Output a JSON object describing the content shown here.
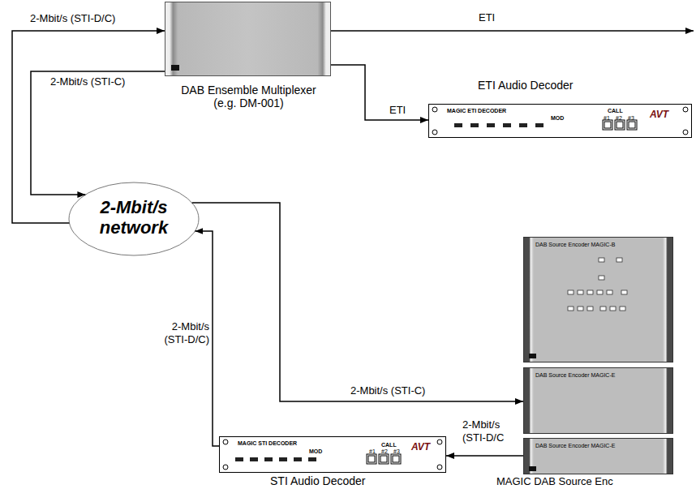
{
  "diagram": {
    "nodes": [
      {
        "text": [
          "DAB Ensemble Multiplexer (e.g. DM-001)"
        ]
      },
      {
        "text": [
          "ETI Audio Decoder",
          "MAGIC ETI DECODER",
          "MOD",
          "CALL",
          "#1",
          "#2",
          "#3",
          "AVT"
        ]
      },
      {
        "text": [
          "2-Mbit/s network"
        ]
      },
      {
        "text": [
          "STI Audio Decoder",
          "MAGIC STI DECODER",
          "MOD",
          "CALL",
          "#1",
          "#2",
          "#3",
          "AVT"
        ]
      },
      {
        "text": [
          "DAB Source Encoder MAGIC-B"
        ]
      },
      {
        "text": [
          "DAB Source Encoder MAGIC-E"
        ]
      },
      {
        "text": [
          "DAB Source Encoder MAGIC-E"
        ]
      }
    ],
    "edges": [
      {
        "from": 2,
        "to": 0,
        "label": "2-Mbit/s (STI-D/C)",
        "arrow": "to"
      },
      {
        "from": 0,
        "to": 2,
        "label": "2-Mbit/s (STI-C)",
        "arrow": "to"
      },
      {
        "from": 0,
        "to": 1,
        "label": "ETI",
        "arrow": "to"
      },
      {
        "from": 2,
        "to": 5,
        "label": "2-Mbit/s (STI-C)",
        "arrow": "to"
      },
      {
        "from": 6,
        "to": 3,
        "label": "2-Mbit/s (STI-D/C",
        "arrow": "to"
      },
      {
        "from": 3,
        "to": 2,
        "label": "2-Mbit/s (STI-D/C)",
        "arrow": "to"
      }
    ],
    "labels": [
      "ETI",
      "MAGIC DAB Source Enc"
    ]
  }
}
